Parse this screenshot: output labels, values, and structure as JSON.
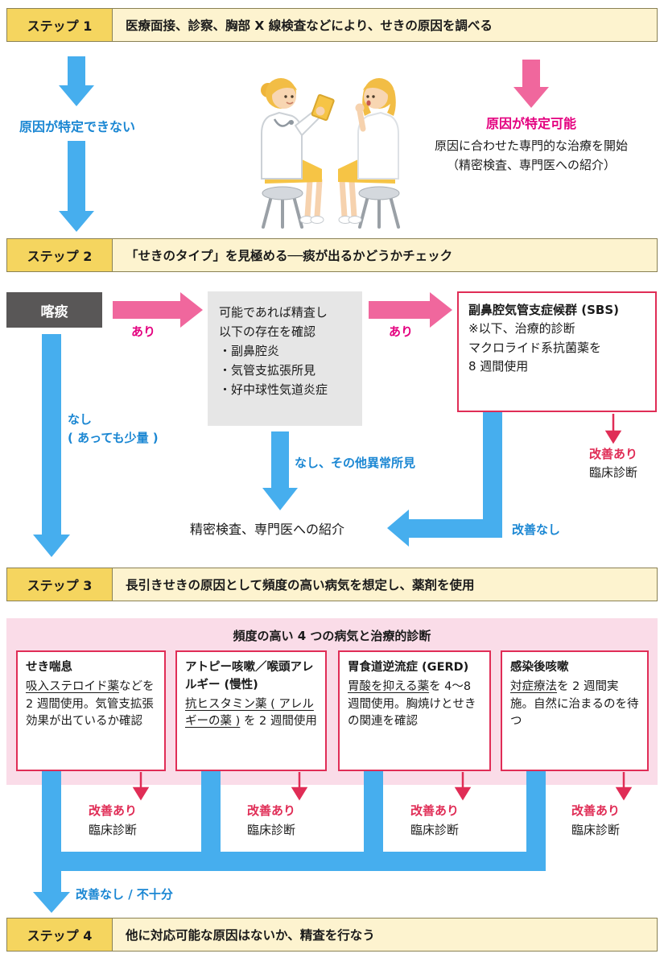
{
  "colors": {
    "arrow_blue": "#46aeee",
    "text_blue": "#1b87d3",
    "arrow_pink": "#f0679d",
    "text_magenta": "#e4007f",
    "accent_red": "#e02d56",
    "step_label_bg": "#f5d55f",
    "step_bar_bg": "#fdf3cf",
    "step_bar_border": "#8a8154",
    "dark_box_bg": "#595757",
    "gray_box_bg": "#e6e6e6",
    "pink_panel_bg": "#fadce8"
  },
  "steps": [
    {
      "label": "ステップ 1",
      "text": "医療面接、診察、胸部 X 線検査などにより、せきの原因を調べる"
    },
    {
      "label": "ステップ 2",
      "text": "「せきのタイプ」を見極める──痰が出るかどうかチェック"
    },
    {
      "label": "ステップ 3",
      "text": "長引きせきの原因として頻度の高い病気を想定し、薬剤を使用"
    },
    {
      "label": "ステップ 4",
      "text": "他に対応可能な原因はないか、精査を行なう"
    }
  ],
  "step1": {
    "left_result": "原因が特定できない",
    "right_result": "原因が特定可能",
    "right_line1": "原因に合わせた専門的な治療を開始",
    "right_line2": "（精密検査、専門医への紹介）"
  },
  "step2": {
    "sputum": "喀痰",
    "yes": "あり",
    "exam": {
      "line1": "可能であれば精査し",
      "line2": "以下の存在を確認",
      "item1": "・副鼻腔炎",
      "item2": "・気管支拡張所見",
      "item3": "・好中球性気道炎症"
    },
    "sbs": {
      "title": "副鼻腔気管支症候群 (SBS)",
      "line1": "※以下、治療的診断",
      "line2": "マクロライド系抗菌薬を",
      "line3": "8 週間使用"
    },
    "no_line1": "なし",
    "no_line2": "( あっても少量 )",
    "no_other": "なし、その他異常所見",
    "referral": "精密検査、専門医への紹介",
    "not_improved": "改善なし"
  },
  "step3": {
    "panel_title": "頻度の高い 4 つの病気と治療的診断",
    "diseases": [
      {
        "title": "せき喘息",
        "u": "吸入ステロイド薬",
        "rest": "などを 2 週間使用。気管支拡張効果が出ているか確認"
      },
      {
        "title": "アトピー咳嗽／喉頭アレルギー (慢性)",
        "u": "抗ヒスタミン薬 ( アレルギーの薬 )",
        "rest": " を 2 週間使用"
      },
      {
        "title": "胃食道逆流症 (GERD)",
        "u": "胃酸を抑える薬",
        "rest": "を 4～8 週間使用。胸焼けとせきの関連を確認"
      },
      {
        "title": "感染後咳嗽",
        "u": "対症療法",
        "rest": "を 2 週間実施。自然に治まるのを待つ"
      }
    ],
    "not_improved": "改善なし / 不十分"
  },
  "labels": {
    "improved": "改善あり",
    "clinical": "臨床診断"
  }
}
